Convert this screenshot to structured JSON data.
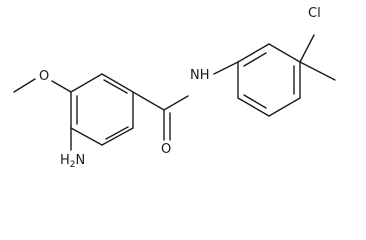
{
  "molecule": {
    "atoms": {
      "nh2": {
        "main": "H",
        "sub": "2",
        "prefix": "N"
      },
      "o_methoxy": "O",
      "nh": "NH",
      "o_carbonyl": "O",
      "cl": "Cl"
    }
  }
}
